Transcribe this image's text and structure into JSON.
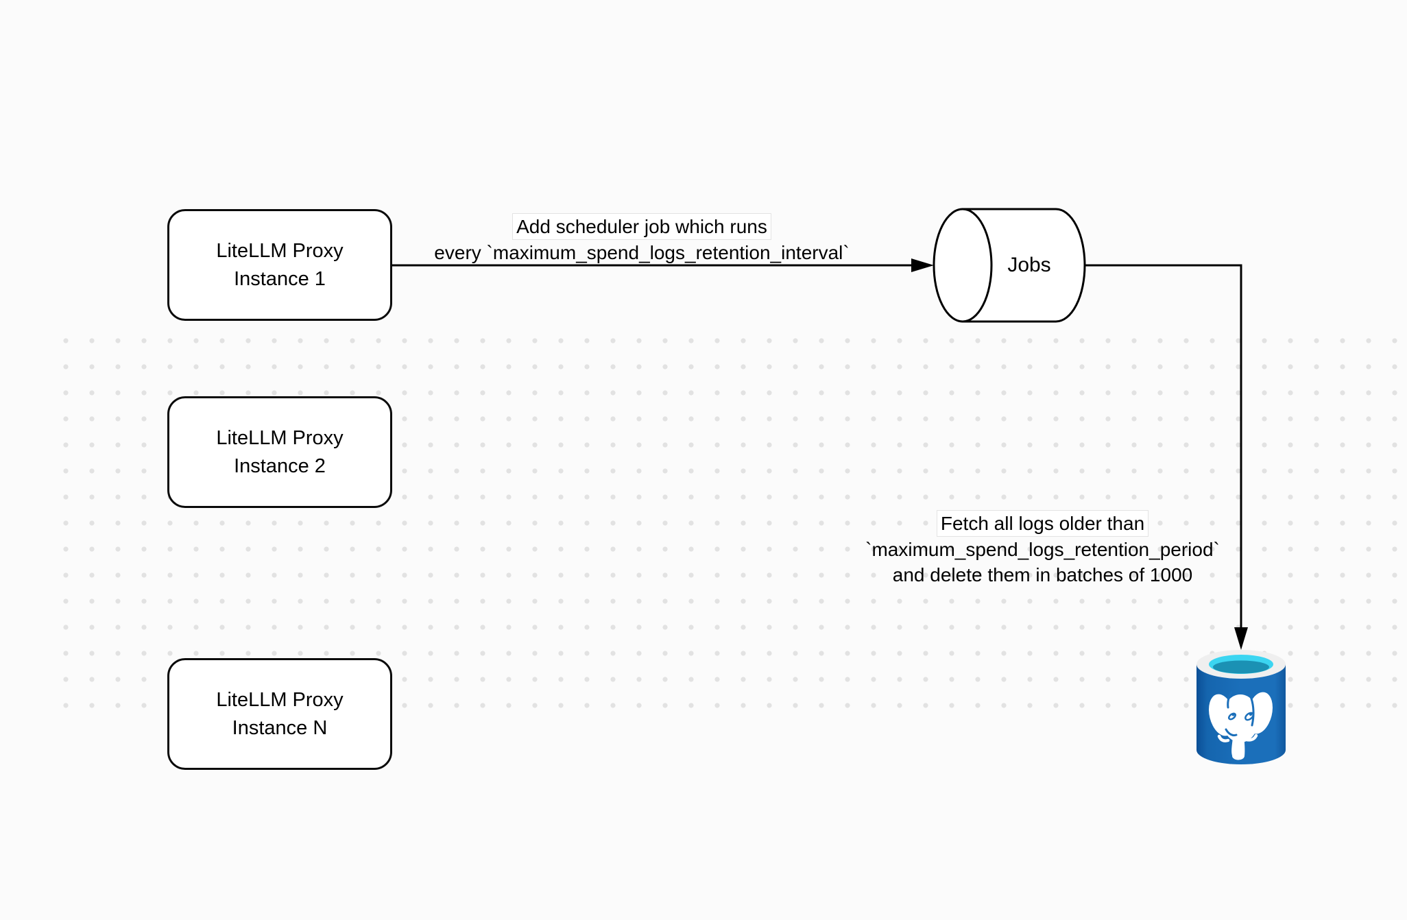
{
  "diagram": {
    "title": "LiteLLM spend logs cleanup scheduler diagram",
    "nodes": {
      "proxy_instances": [
        {
          "label": "LiteLLM Proxy\nInstance 1"
        },
        {
          "label": "LiteLLM Proxy\nInstance 2"
        },
        {
          "label": "LiteLLM Proxy\nInstance N"
        }
      ],
      "jobs_queue": {
        "label": "Jobs",
        "shape": "horizontal-cylinder"
      },
      "postgres": {
        "icon": "postgresql-elephant-database-icon"
      }
    },
    "edges": {
      "scheduler": {
        "from": "LiteLLM Proxy Instance 1",
        "to": "Jobs",
        "line1": "Add scheduler job which runs",
        "line2": "every `maximum_spend_logs_retention_interval`"
      },
      "fetch": {
        "from": "Jobs",
        "to": "PostgreSQL",
        "line1": "Fetch all logs older than",
        "line2": "`maximum_spend_logs_retention_period`",
        "line3": "and delete them in batches of 1000"
      }
    },
    "colors": {
      "background": "#fbfbfb",
      "dot_grid": "#e2e2e2",
      "stroke": "#000000",
      "node_fill": "#ffffff",
      "postgres_blue": "#1b6fba",
      "postgres_blue_dark": "#0b4f96",
      "postgres_cyan": "#3bd5f1",
      "postgres_teal": "#1b91b4",
      "postgres_rim": "#efefef",
      "elephant": "#ffffff"
    }
  }
}
